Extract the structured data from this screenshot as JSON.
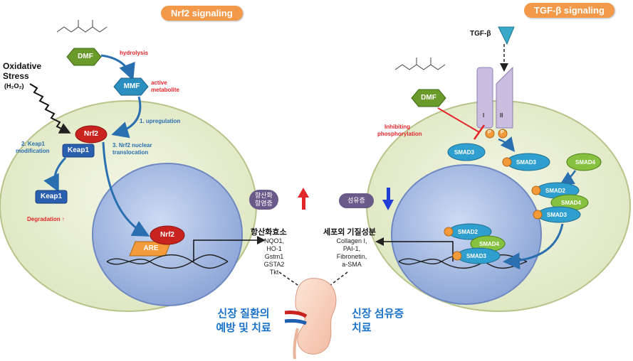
{
  "banners": {
    "left": "Nrf2  signaling",
    "right": "TGF-β signaling"
  },
  "left": {
    "dmf": "DMF",
    "hydrolysis": "hydrolysis",
    "mmf": "MMF",
    "active": "active",
    "metabolite": "metabolite",
    "oxidative_line1": "Oxidative",
    "oxidative_line2": "Stress",
    "h2o2": "(H₂O₂)",
    "nrf2": "Nrf2",
    "keap1": "Keap1",
    "step1": "1. upregulation",
    "step2_line1": "2. Keap1",
    "step2_line2": "modification",
    "step3_line1": "3. Nrf2 nuclear",
    "step3_line2": "translocation",
    "degradation": "Degradation ↑",
    "nrf2_nucleus": "Nrf2",
    "are": "ARE"
  },
  "center": {
    "pill_left_line1": "항산화",
    "pill_left_line2": "항염증",
    "pill_right": "섬유증",
    "heading_left": "항산화효소",
    "list_left": [
      "NQO1,",
      "HO-1",
      "Gstm1",
      "GSTA2",
      "Tkt"
    ],
    "heading_right": "세포외 기질성분",
    "list_right": [
      "Collagen I,",
      "PAI-1,",
      "Fibronetin,",
      "a-SMA"
    ],
    "kor_left_line1": "신장 질환의",
    "kor_left_line2": "예방 및 치료",
    "kor_right_line1": "신장 섬유증",
    "kor_right_line2": "치료",
    "up_color": "#e3262a",
    "down_color": "#1f3fd6"
  },
  "right": {
    "tgf": "TGF-β",
    "dmf": "DMF",
    "inhibiting_line1": "Inhibiting",
    "inhibiting_line2": "phosphorylation",
    "receptor_i": "I",
    "receptor_ii": "II",
    "p": "P",
    "smad3": "SMAD3",
    "smad4": "SMAD4",
    "smad2": "SMAD2"
  },
  "colors": {
    "banner": "#f39a4a",
    "cell": "#e4ebcc",
    "nucleus": "#9fb5df",
    "dmf_green": "#6a9a2a",
    "mmf_blue": "#2a8fbf",
    "nrf2_red": "#c8231f",
    "keap1_blue": "#2a5fb0",
    "smad_blue": "#2f9fcf",
    "smad_green": "#86c23f",
    "receptor": "#c9bee0"
  }
}
